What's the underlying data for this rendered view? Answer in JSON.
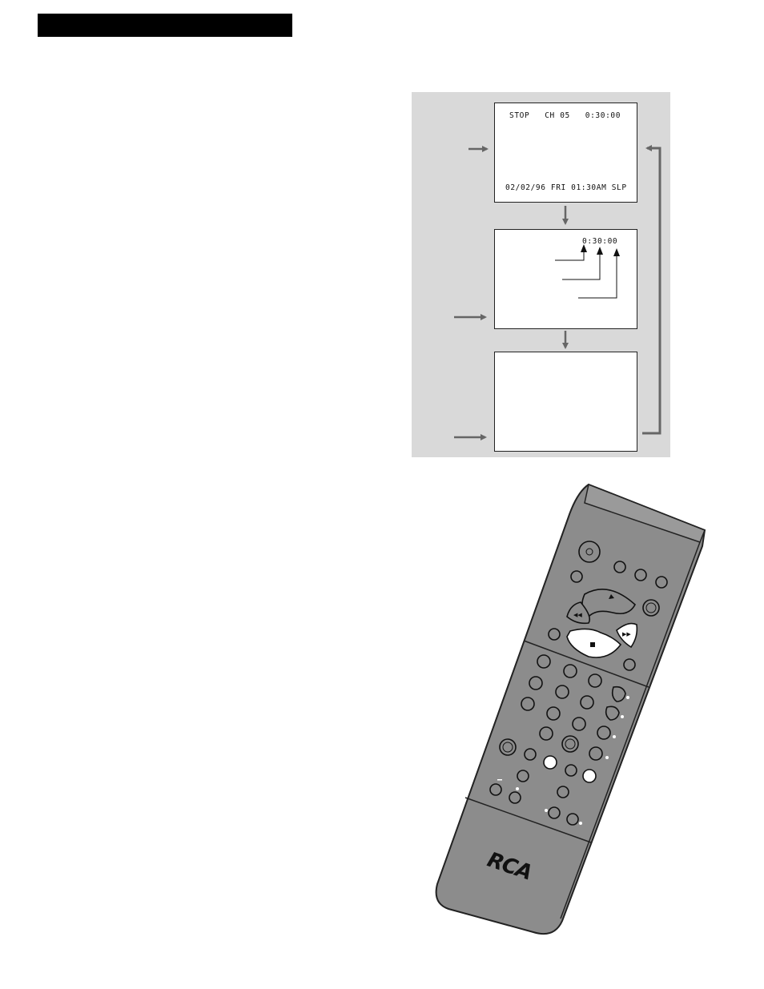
{
  "header": {
    "bar_color": "#000000"
  },
  "display_screens": [
    {
      "status_line": "STOP   CH 05   0:30:00",
      "date_line": "02/02/96 FRI 01:30AM SLP"
    },
    {
      "time_line": "0:30:00"
    },
    {}
  ],
  "remote": {
    "brand_logo": "RCA",
    "body_color": "#8c8c8c",
    "icons": [
      "power-icon",
      "play-icon",
      "rewind-icon",
      "fast-forward-icon",
      "stop-icon"
    ]
  },
  "colors": {
    "panel_background": "#d9d9d9",
    "arrow": "#666666"
  }
}
